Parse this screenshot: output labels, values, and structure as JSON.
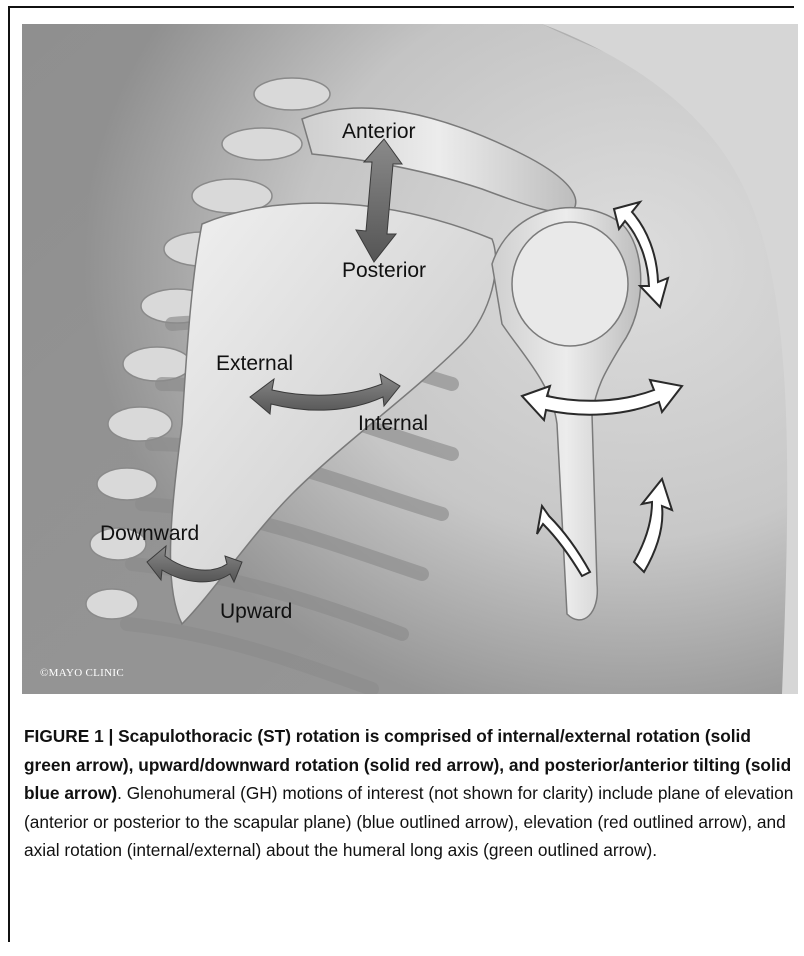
{
  "illustration": {
    "labels": {
      "anterior": "Anterior",
      "posterior": "Posterior",
      "external": "External",
      "internal": "Internal",
      "downward": "Downward",
      "upward": "Upward"
    },
    "copyright": "©MAYO CLINIC"
  },
  "caption": {
    "bold": "FIGURE 1 | Scapulothoracic (ST) rotation is comprised of internal/external rotation (solid green arrow), upward/downward rotation (solid red arrow), and posterior/anterior tilting (solid blue arrow)",
    "regular": ". Glenohumeral (GH) motions of interest (not shown for clarity) include plane of elevation (anterior or posterior to the scapular plane) (blue outlined arrow), elevation (red outlined arrow), and axial rotation (internal/external) about the humeral long axis (green outlined arrow)."
  },
  "colors": {
    "solid_arrow": "#6a6a6a",
    "outlined_arrow_fill": "#ffffff",
    "outlined_arrow_stroke": "#2a2a2a"
  }
}
